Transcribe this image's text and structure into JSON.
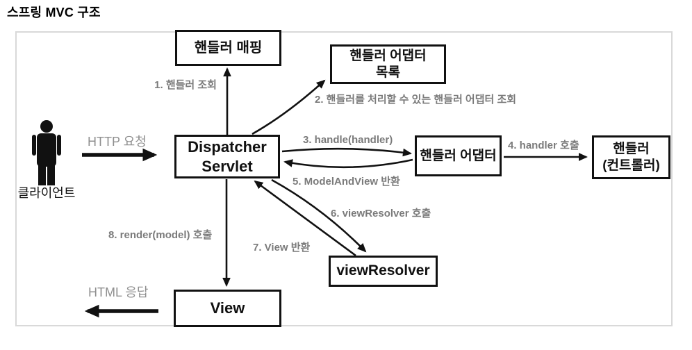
{
  "title": "스프링 MVC 구조",
  "diagram": {
    "nodes": {
      "handler_mapping": {
        "label": "핸들러 매핑"
      },
      "handler_adapter_list": {
        "line1": "핸들러 어댑터",
        "line2": "목록"
      },
      "dispatcher_servlet": {
        "line1": "Dispatcher",
        "line2": "Servlet"
      },
      "handler_adapter": {
        "label": "핸들러 어댑터"
      },
      "handler_controller": {
        "line1": "핸들러",
        "line2": "(컨트롤러)"
      },
      "view_resolver": {
        "label": "viewResolver"
      },
      "view": {
        "label": "View"
      },
      "client": {
        "label": "클라이언트"
      }
    },
    "edge_labels": {
      "http_request": "HTTP 요청",
      "step1": "1. 핸들러 조회",
      "step2": "2. 핸들러를 처리할 수 있는 핸들러 어댑터 조회",
      "step3": "3. handle(handler)",
      "step4": "4. handler 호출",
      "step5": "5. ModelAndView 반환",
      "step6": "6. viewResolver 호출",
      "step7": "7. View 반환",
      "step8": "8. render(model) 호출",
      "html_response": "HTML 응답"
    },
    "colors": {
      "box_border": "#111111",
      "arrow": "#111111",
      "step_label_gray": "#7b7b7b",
      "io_label_gray": "#8f8f8f",
      "frame_border": "#d9d9d9",
      "background": "#ffffff"
    }
  }
}
